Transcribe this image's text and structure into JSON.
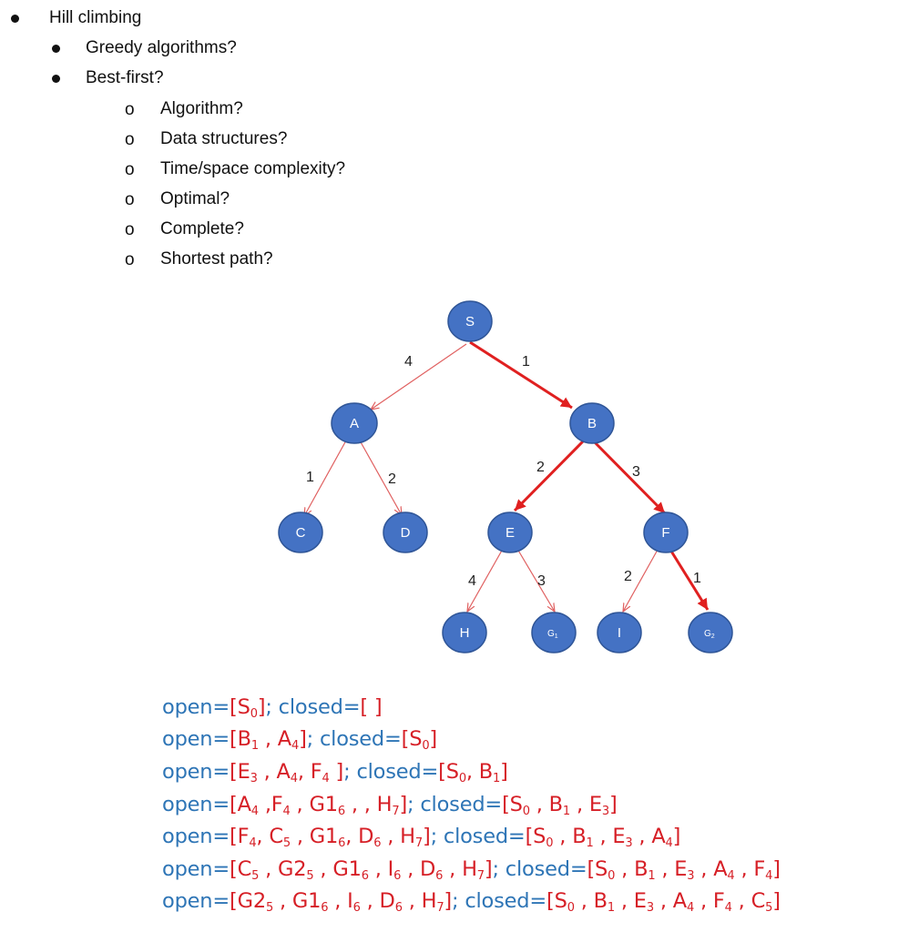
{
  "outline": {
    "level1": "Hill climbing",
    "level2": [
      "Greedy algorithms?",
      "Best-first?"
    ],
    "level3": [
      "Algorithm?",
      "Data structures?",
      "Time/space complexity?",
      "Optimal?",
      "Complete?",
      "Shortest path?"
    ],
    "level3_marker": "o"
  },
  "tree": {
    "node_color": "#4472c4",
    "highlight_edge_color": "#e02020",
    "normal_edge_color": "#e06060",
    "nodes": {
      "S": "S",
      "A": "A",
      "B": "B",
      "C": "C",
      "D": "D",
      "E": "E",
      "F": "F",
      "H": "H",
      "G1": "G",
      "G1_sub": "1",
      "I": "I",
      "G2": "G",
      "G2_sub": "2"
    },
    "edge_weights": {
      "S_A": "4",
      "S_B": "1",
      "A_C": "1",
      "A_D": "2",
      "B_E": "2",
      "B_F": "3",
      "E_H": "4",
      "E_G1": "3",
      "F_I": "2",
      "F_G2": "1"
    }
  },
  "trace_colors": {
    "label": "#2e75b6",
    "value": "#d61f26"
  },
  "trace": [
    [
      [
        "b",
        "open="
      ],
      [
        "r",
        "[S"
      ],
      [
        "rs",
        "0"
      ],
      [
        "r",
        "]"
      ],
      [
        "b",
        "; closed="
      ],
      [
        "r",
        "[ ]"
      ]
    ],
    [
      [
        "b",
        "open="
      ],
      [
        "r",
        "[B"
      ],
      [
        "rs",
        "1"
      ],
      [
        "r",
        " , A"
      ],
      [
        "rs",
        "4"
      ],
      [
        "r",
        "]"
      ],
      [
        "b",
        "; closed="
      ],
      [
        "r",
        "[S"
      ],
      [
        "rs",
        "0"
      ],
      [
        "r",
        "]"
      ]
    ],
    [
      [
        "b",
        "open="
      ],
      [
        "r",
        "[E"
      ],
      [
        "rs",
        "3"
      ],
      [
        "r",
        " , A"
      ],
      [
        "rs",
        "4"
      ],
      [
        "r",
        ", F"
      ],
      [
        "rs",
        "4"
      ],
      [
        "r",
        " ]"
      ],
      [
        "b",
        "; closed="
      ],
      [
        "r",
        "[S"
      ],
      [
        "rs",
        "0"
      ],
      [
        "r",
        ", B"
      ],
      [
        "rs",
        "1"
      ],
      [
        "r",
        "]"
      ]
    ],
    [
      [
        "b",
        "open="
      ],
      [
        "r",
        "[A"
      ],
      [
        "rs",
        "4"
      ],
      [
        "r",
        " ,F"
      ],
      [
        "rs",
        "4"
      ],
      [
        "r",
        " , G1"
      ],
      [
        "rs",
        "6"
      ],
      [
        "r",
        " , , H"
      ],
      [
        "rs",
        "7"
      ],
      [
        "r",
        "]"
      ],
      [
        "b",
        "; closed="
      ],
      [
        "r",
        "[S"
      ],
      [
        "rs",
        "0"
      ],
      [
        "r",
        " , B"
      ],
      [
        "rs",
        "1"
      ],
      [
        "r",
        " , E"
      ],
      [
        "rs",
        "3"
      ],
      [
        "r",
        "]"
      ]
    ],
    [
      [
        "b",
        "open="
      ],
      [
        "r",
        "[F"
      ],
      [
        "rs",
        "4"
      ],
      [
        "r",
        ", C"
      ],
      [
        "rs",
        "5"
      ],
      [
        "r",
        " , G1"
      ],
      [
        "rs",
        "6"
      ],
      [
        "r",
        ", D"
      ],
      [
        "rs",
        "6"
      ],
      [
        "r",
        " , H"
      ],
      [
        "rs",
        "7"
      ],
      [
        "r",
        "]"
      ],
      [
        "b",
        "; closed="
      ],
      [
        "r",
        "[S"
      ],
      [
        "rs",
        "0"
      ],
      [
        "r",
        " , B"
      ],
      [
        "rs",
        "1"
      ],
      [
        "r",
        " , E"
      ],
      [
        "rs",
        "3"
      ],
      [
        "r",
        " , A"
      ],
      [
        "rs",
        "4"
      ],
      [
        "r",
        "]"
      ]
    ],
    [
      [
        "b",
        "open="
      ],
      [
        "r",
        "[C"
      ],
      [
        "rs",
        "5"
      ],
      [
        "r",
        " , G2"
      ],
      [
        "rs",
        "5"
      ],
      [
        "r",
        " , G1"
      ],
      [
        "rs",
        "6"
      ],
      [
        "r",
        " , I"
      ],
      [
        "rs",
        "6"
      ],
      [
        "r",
        " , D"
      ],
      [
        "rs",
        "6"
      ],
      [
        "r",
        " , H"
      ],
      [
        "rs",
        "7"
      ],
      [
        "r",
        "]"
      ],
      [
        "b",
        "; closed="
      ],
      [
        "r",
        "[S"
      ],
      [
        "rs",
        "0"
      ],
      [
        "r",
        " , B"
      ],
      [
        "rs",
        "1"
      ],
      [
        "r",
        " , E"
      ],
      [
        "rs",
        "3"
      ],
      [
        "r",
        " , A"
      ],
      [
        "rs",
        "4"
      ],
      [
        "r",
        " , F"
      ],
      [
        "rs",
        "4"
      ],
      [
        "r",
        "]"
      ]
    ],
    [
      [
        "b",
        "open="
      ],
      [
        "r",
        "[G2"
      ],
      [
        "rs",
        "5"
      ],
      [
        "r",
        " , G1"
      ],
      [
        "rs",
        "6"
      ],
      [
        "r",
        " , I"
      ],
      [
        "rs",
        "6"
      ],
      [
        "r",
        " , D"
      ],
      [
        "rs",
        "6"
      ],
      [
        "r",
        " , H"
      ],
      [
        "rs",
        "7"
      ],
      [
        "r",
        "]"
      ],
      [
        "b",
        "; closed="
      ],
      [
        "r",
        "[S"
      ],
      [
        "rs",
        "0"
      ],
      [
        "r",
        " , B"
      ],
      [
        "rs",
        "1"
      ],
      [
        "r",
        " , E"
      ],
      [
        "rs",
        "3"
      ],
      [
        "r",
        " , A"
      ],
      [
        "rs",
        "4"
      ],
      [
        "r",
        " , F"
      ],
      [
        "rs",
        "4"
      ],
      [
        "r",
        " , C"
      ],
      [
        "rs",
        "5"
      ],
      [
        "r",
        "]"
      ]
    ]
  ]
}
